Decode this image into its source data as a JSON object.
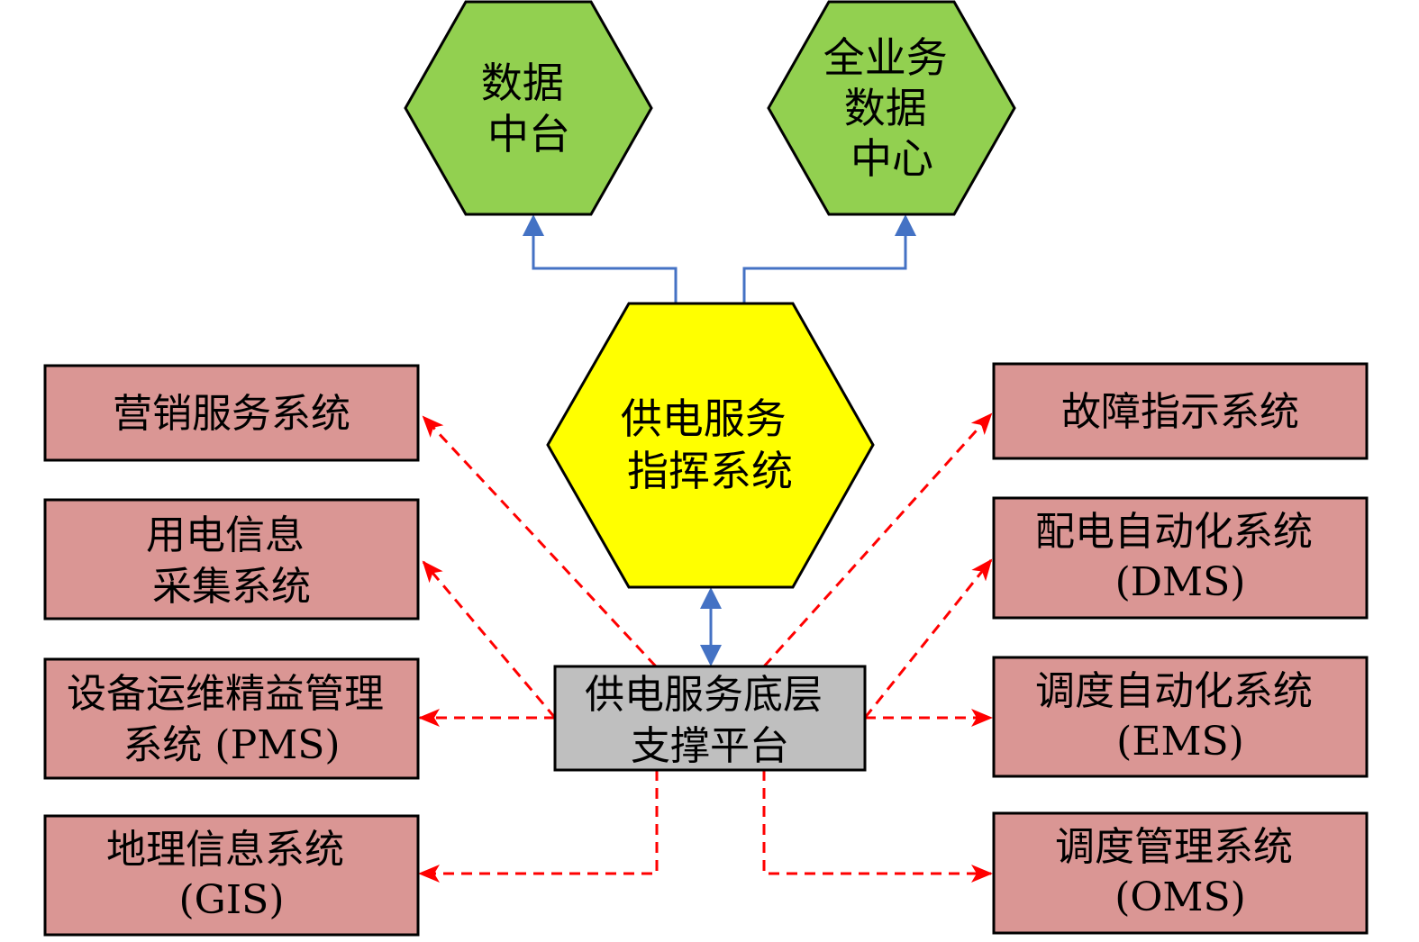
{
  "colors": {
    "data_center_fill": "#92D050",
    "command_fill": "#FFFF00",
    "platform_fill": "#BFBFBF",
    "system_fill": "#DA9694",
    "blue_connector": "#4472C4",
    "red_connector": "#FF0000",
    "outline": "#000000"
  },
  "hexagons": {
    "data_platform": {
      "lines": [
        "数据",
        "中台"
      ]
    },
    "full_business_center": {
      "lines": [
        "全业务",
        "数据",
        "中心"
      ]
    },
    "command_system": {
      "lines": [
        "供电服务",
        "指挥系统"
      ]
    }
  },
  "platform": {
    "lines": [
      "供电服务底层",
      "支撑平台"
    ]
  },
  "left_systems": [
    {
      "lines": [
        "营销服务系统"
      ]
    },
    {
      "lines": [
        "用电信息",
        "采集系统"
      ]
    },
    {
      "lines": [
        "设备运维精益管理",
        "系统 (PMS)"
      ]
    },
    {
      "lines": [
        "地理信息系统",
        "(GIS)"
      ]
    }
  ],
  "right_systems": [
    {
      "lines": [
        "故障指示系统"
      ]
    },
    {
      "lines": [
        "配电自动化系统",
        "(DMS)"
      ]
    },
    {
      "lines": [
        "调度自动化系统",
        "(EMS)"
      ]
    },
    {
      "lines": [
        "调度管理系统",
        "(OMS)"
      ]
    }
  ]
}
